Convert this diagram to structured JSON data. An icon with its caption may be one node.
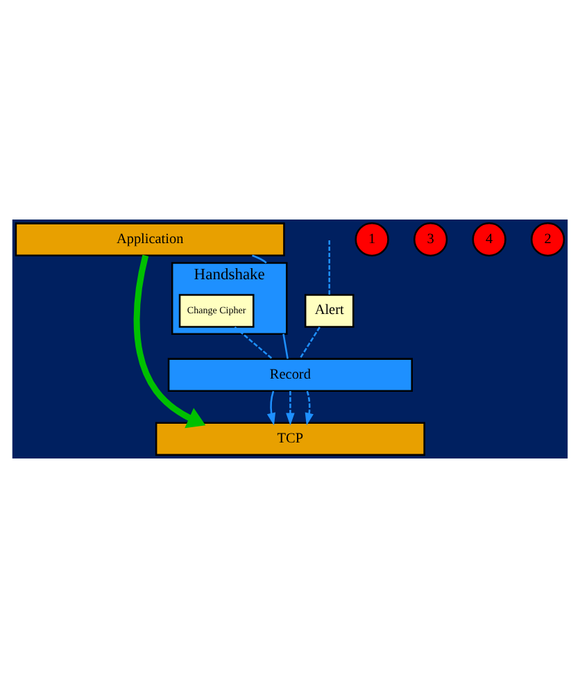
{
  "diagram": {
    "nodes": [
      {
        "text": [
          "Application"
        ]
      },
      {
        "text": [
          "1"
        ]
      },
      {
        "text": [
          "Handshake"
        ]
      },
      {
        "text": [
          "Change Cipher"
        ],
        "in": 2
      },
      {
        "text": [
          "3"
        ]
      },
      {
        "text": [
          "4"
        ]
      },
      {
        "text": [
          "Alert"
        ]
      },
      {
        "text": [
          "2"
        ]
      },
      {
        "text": [
          "Record"
        ]
      },
      {
        "text": [
          "TCP"
        ]
      }
    ],
    "edges": [
      {
        "from": 0,
        "to": 2,
        "arrow": "none"
      },
      {
        "from": 2,
        "to": 8,
        "arrow": "none"
      },
      {
        "from": 8,
        "to": 9,
        "arrow": "to"
      },
      {
        "from": 0,
        "to": 9,
        "arrow": "to",
        "style": "thick",
        "color": "#00c000"
      },
      {
        "from": 3,
        "to": 8,
        "arrow": "none",
        "style": "dashed"
      },
      {
        "from": 8,
        "to": 9,
        "arrow": "to",
        "style": "dashed"
      },
      {
        "from": null,
        "to": 6,
        "arrow": "none",
        "style": "dashed"
      },
      {
        "from": 6,
        "to": 8,
        "arrow": "none",
        "style": "dashed"
      },
      {
        "from": 8,
        "to": 9,
        "arrow": "to",
        "style": "dashed"
      }
    ]
  }
}
